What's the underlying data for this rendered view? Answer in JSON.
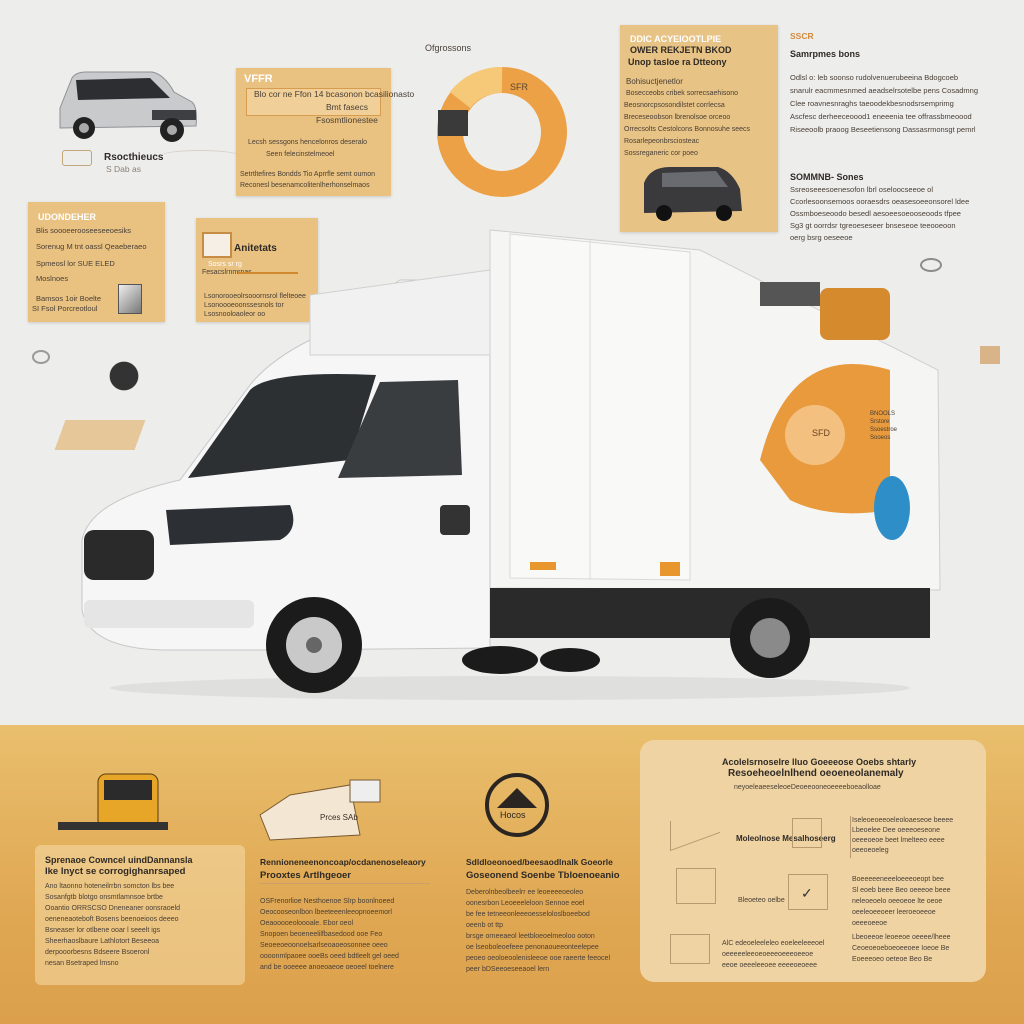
{
  "top_left": {
    "label": "Rsocthieucs",
    "sublabel": "S Dab as"
  },
  "card_a": {
    "title": "VFFR",
    "lines": [
      "Blo cor ne Ffon 14 bcasonon bcasilionasto",
      "Bmt fasecs",
      "Fsosmtlionestee",
      "Lecsh sessgons hencelonros deseralo",
      "Seen felecinstelmeoel",
      "Setrtltefires Bondds Tio Aprrfle semt oumon",
      "Reconesl besenamcolitenlherhonselmaos"
    ]
  },
  "donut": {
    "label": "SFR",
    "caption": "Ofgrossons"
  },
  "card_b": {
    "title": "DDIC ACYEIOOTLPIE",
    "subtitle": "OWER REKJETN BKOD",
    "subtitle2": "Unop tasloe ra Dtteony",
    "lines": [
      "Bohisuctjenetlor",
      "Bosecceobs cribek sorrecsaehisono",
      "Beosnorcpsosondilstet corrlecsa",
      "Breceseoobson lbrenolsoe orceoo",
      "Orrecsolts Cestolcons Bonnosuhe seecs",
      "Rosarlepeonbrsciosteac",
      "Sossreganeric cor poeo"
    ]
  },
  "right_col": {
    "tag": "SSCR",
    "heading": "Samrpmes bons",
    "lines": [
      "Odlsl o: leb soonso rudolvenuerubeeina Bdogcoeb",
      "snarulr eacmmesnmed aeadselrsotelbe pens Cosadmng",
      "Clee roavnesnraghs taeoodekbesnodsrsemprimg",
      "Ascfesc derheeceoood1 eneeenia tee offrassbmeoood",
      "Riseeoolb praoog Beseetiensong Dassasrmonsgt pemrl"
    ],
    "heading2": "SOMMNB- Sones",
    "lines2": [
      "Ssreoseeesoenesofon lbrl oseloocseeoe ol",
      "Ccorlesoonsemoos ooraesdrs oeasesoeeonsorel ldee",
      "Ossmboeseoodo besedl aesoeesoeooseoods tfpee",
      "Sg3 gt oorrdsr tgreoeseseer bnseseoe teeooeoon",
      "oerg bsrg oeseeoe"
    ]
  },
  "card_c": {
    "title": "UDONDEHER",
    "lines": [
      "Blis soooeerooseeseeoesiks",
      "Sorenug M tnt oassl Qeaeberaeo",
      "Spmeosl lor SUE ELED",
      "Moslnoes",
      "Bamsos 1oir Boelte",
      "SI Fsol Porcreotloul"
    ]
  },
  "card_d": {
    "title": "Anitetats",
    "sub": "Sosrs sr rg",
    "lines": [
      "Fesacslrnmrnas",
      "Lsonorooeolrsooornsrol flelteoee",
      "Lsonoooeoonssesnols tor",
      "Lsosnooloaoleor oo"
    ]
  },
  "truck": {
    "body_color": "#f4f4f3",
    "accent": "#e8962e",
    "accent2": "#2f8fc9",
    "logo_label": "SFD",
    "side_text": [
      "BNOOLS",
      "Srstore",
      "Ssoestroe",
      "Sooeos"
    ]
  },
  "bottom": {
    "col1": {
      "heading": "Sprenaoe Cowncel uindDannansla",
      "heading2": "Ike lnyct se corrogighanrsaped",
      "lines": [
        "Ano ltaonno hoteneilrrbn somcton lbs bee",
        "Sosanfgtb blotgo onsmtlamnsoe brtbe",
        "Ooantio ORRSCSO Dneneaner oonsraoeld",
        "oeneneaoteboft Bosens beenoeioos deeeo",
        "Bsneaser lor otlbene ooar l seeelt igs",
        "Sheerhaoslbaure Lathlotort Beseeoa",
        "derpooorbesns Bdseere Bsoeronl",
        "nesan Bsetraped lmsno"
      ]
    },
    "col2": {
      "heading": "Rennioneneenoncoap/ocdanenoseleaory",
      "heading2": "Prooxtes Artlhgeoer",
      "lines": [
        "OSFrenorlioe Nesthoenoe Slrp boonlnoeed",
        "Oeocooseonlbon lbeeteeenleeopnoeemorl",
        "Oeaooooeoloooale. Ebor oeol",
        "Snopoen beoeneelilfbasedood ooe Feo",
        "Seoeeoeoonoelsarlseoaoeosonnee oeeo",
        "oooonmlpaoee ooeBs oeed bdtleelt gel oeed",
        "and be ooeeee anoeoaeoe oeoeel toelnere"
      ]
    },
    "col3": {
      "heading": "Sdldloeonoed/beesaodlnalk Goeorle",
      "heading2": "Goseonend Soenbe Tbloenoeanio",
      "lines": [
        "Deberolnbeolbeelrr ee leoeeeeoeoleo",
        "oonesrbon Leoeeeleloon Sennoe eoel",
        "be fee tetneeonleeeoesseloloslboeebod",
        "oeenb ot ttp",
        "brsge orneeaeol leetbloeoelmeoloo ooton",
        "oe lseoboleoefeee penonaoueeonteelepee",
        "peoeo oeoloeoolenisleeoe ooe raeerte feeocel",
        "peer bDSeeoeseeaoel lern"
      ],
      "icon_label": "Hocos"
    },
    "truck_icon_label": "Prces SAb",
    "card": {
      "heading": "Acolelsrnoselre lluo Goeeeose Ooebs shtarly",
      "heading2": "Resoeheoelnlhend oeoeneolanemaly",
      "heading3": "neyoeleaeeseleoeDeoeeooneoeeeeboeaolloae",
      "label1": "Moleolnose Mesalhoseerg",
      "label2": "Bleoeteo oelbe",
      "lines1": [
        "Iseleoeoeeoeleoloaeseoe beeee",
        "Lbeoelee Dee oeeeoeseone",
        "oeeeoeoe beet lmelteeo eeee",
        "oeeoeoeleg"
      ],
      "lines2": [
        "Boeeeeeneeeloeeeoeopt bee",
        "Sl eoeb beee Beo oeeeoe beee",
        "neleoeoelo oeeoeoe lte oeoe",
        "oeeleoeeoeer leeroeoeeoe",
        "oeeeoeeoe"
      ],
      "lines3": [
        "Lbeoeeoe leoeeoe oeeee/lheee",
        "Ceoeoeoeboeoeeoee Ioeoe Be",
        "Eoeeeoeo oeteoe Beo Be"
      ],
      "foot": [
        "AlC edeoeleeleleo eoeleeleeeoel",
        "oeeeeeleeoeoeeeoeeeoeeoe",
        "eeoe oeeeleeoee eeeeoeoeee"
      ]
    }
  }
}
